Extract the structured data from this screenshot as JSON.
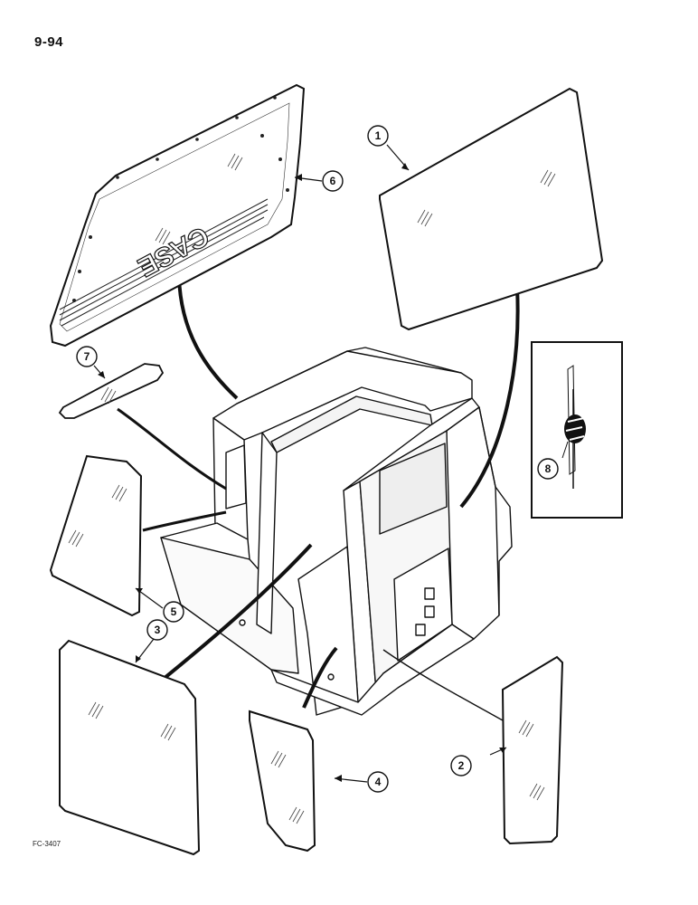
{
  "page": {
    "page_number": "9-94",
    "figure_code": "FC-3407"
  },
  "logo": {
    "text": "CASE"
  },
  "callouts": [
    {
      "id": "1",
      "label": "1"
    },
    {
      "id": "2",
      "label": "2"
    },
    {
      "id": "3",
      "label": "3"
    },
    {
      "id": "4",
      "label": "4"
    },
    {
      "id": "5",
      "label": "5"
    },
    {
      "id": "6",
      "label": "6"
    },
    {
      "id": "7",
      "label": "7"
    },
    {
      "id": "8",
      "label": "8"
    }
  ]
}
